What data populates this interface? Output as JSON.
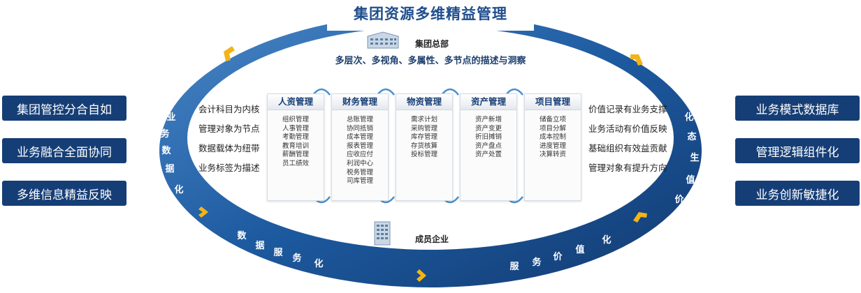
{
  "title": "集团资源多维精益管理",
  "hq": {
    "label": "集团总部",
    "subtitle": "多层次、多视角、多属性、多节点的描述与洞察"
  },
  "member": {
    "label": "成员企业"
  },
  "left_boxes": [
    "集团管控分合自如",
    "业务融合全面协同",
    "多维信息精益反映"
  ],
  "right_boxes": [
    "业务模式数据库",
    "管理逻辑组件化",
    "业务创新敏捷化"
  ],
  "left_statements": [
    "会计科目为内核",
    "管理对象为节点",
    "数据载体为纽带",
    "业务标签为描述"
  ],
  "right_statements": [
    "价值记录有业务支撑",
    "业务活动有价值反映",
    "基础组织有效益贡献",
    "管理对象有提升方向"
  ],
  "modules": [
    {
      "title": "人资管理",
      "items": [
        "组织管理",
        "人事管理",
        "考勤管理",
        "教育培训",
        "薪酬管理",
        "员工绩效"
      ]
    },
    {
      "title": "财务管理",
      "items": [
        "总账管理",
        "协同抵销",
        "成本管理",
        "报表管理",
        "应收应付",
        "利润中心",
        "税务管理",
        "司库管理"
      ]
    },
    {
      "title": "物资管理",
      "items": [
        "需求计划",
        "采购管理",
        "库存管理",
        "存货核算",
        "投标管理"
      ]
    },
    {
      "title": "资产管理",
      "items": [
        "资产新增",
        "资产变更",
        "折旧摊销",
        "资产盘点",
        "资产处置"
      ]
    },
    {
      "title": "项目管理",
      "items": [
        "储备立项",
        "项目分解",
        "成本控制",
        "进度管理",
        "决算转资"
      ]
    }
  ],
  "ring_labels": {
    "left": [
      "业",
      "务",
      "数",
      "据",
      "化"
    ],
    "bottom_left": [
      "数",
      "据",
      "服",
      "务",
      "化"
    ],
    "bottom_right": [
      "服",
      "务",
      "价",
      "值",
      "化"
    ],
    "right": [
      "化",
      "态",
      "生",
      "值",
      "价"
    ]
  },
  "colors": {
    "ring_dark": "#163e76",
    "ring_light": "#2f6fb0",
    "accent": "#f2b417",
    "arrow": "#4a90d0"
  }
}
